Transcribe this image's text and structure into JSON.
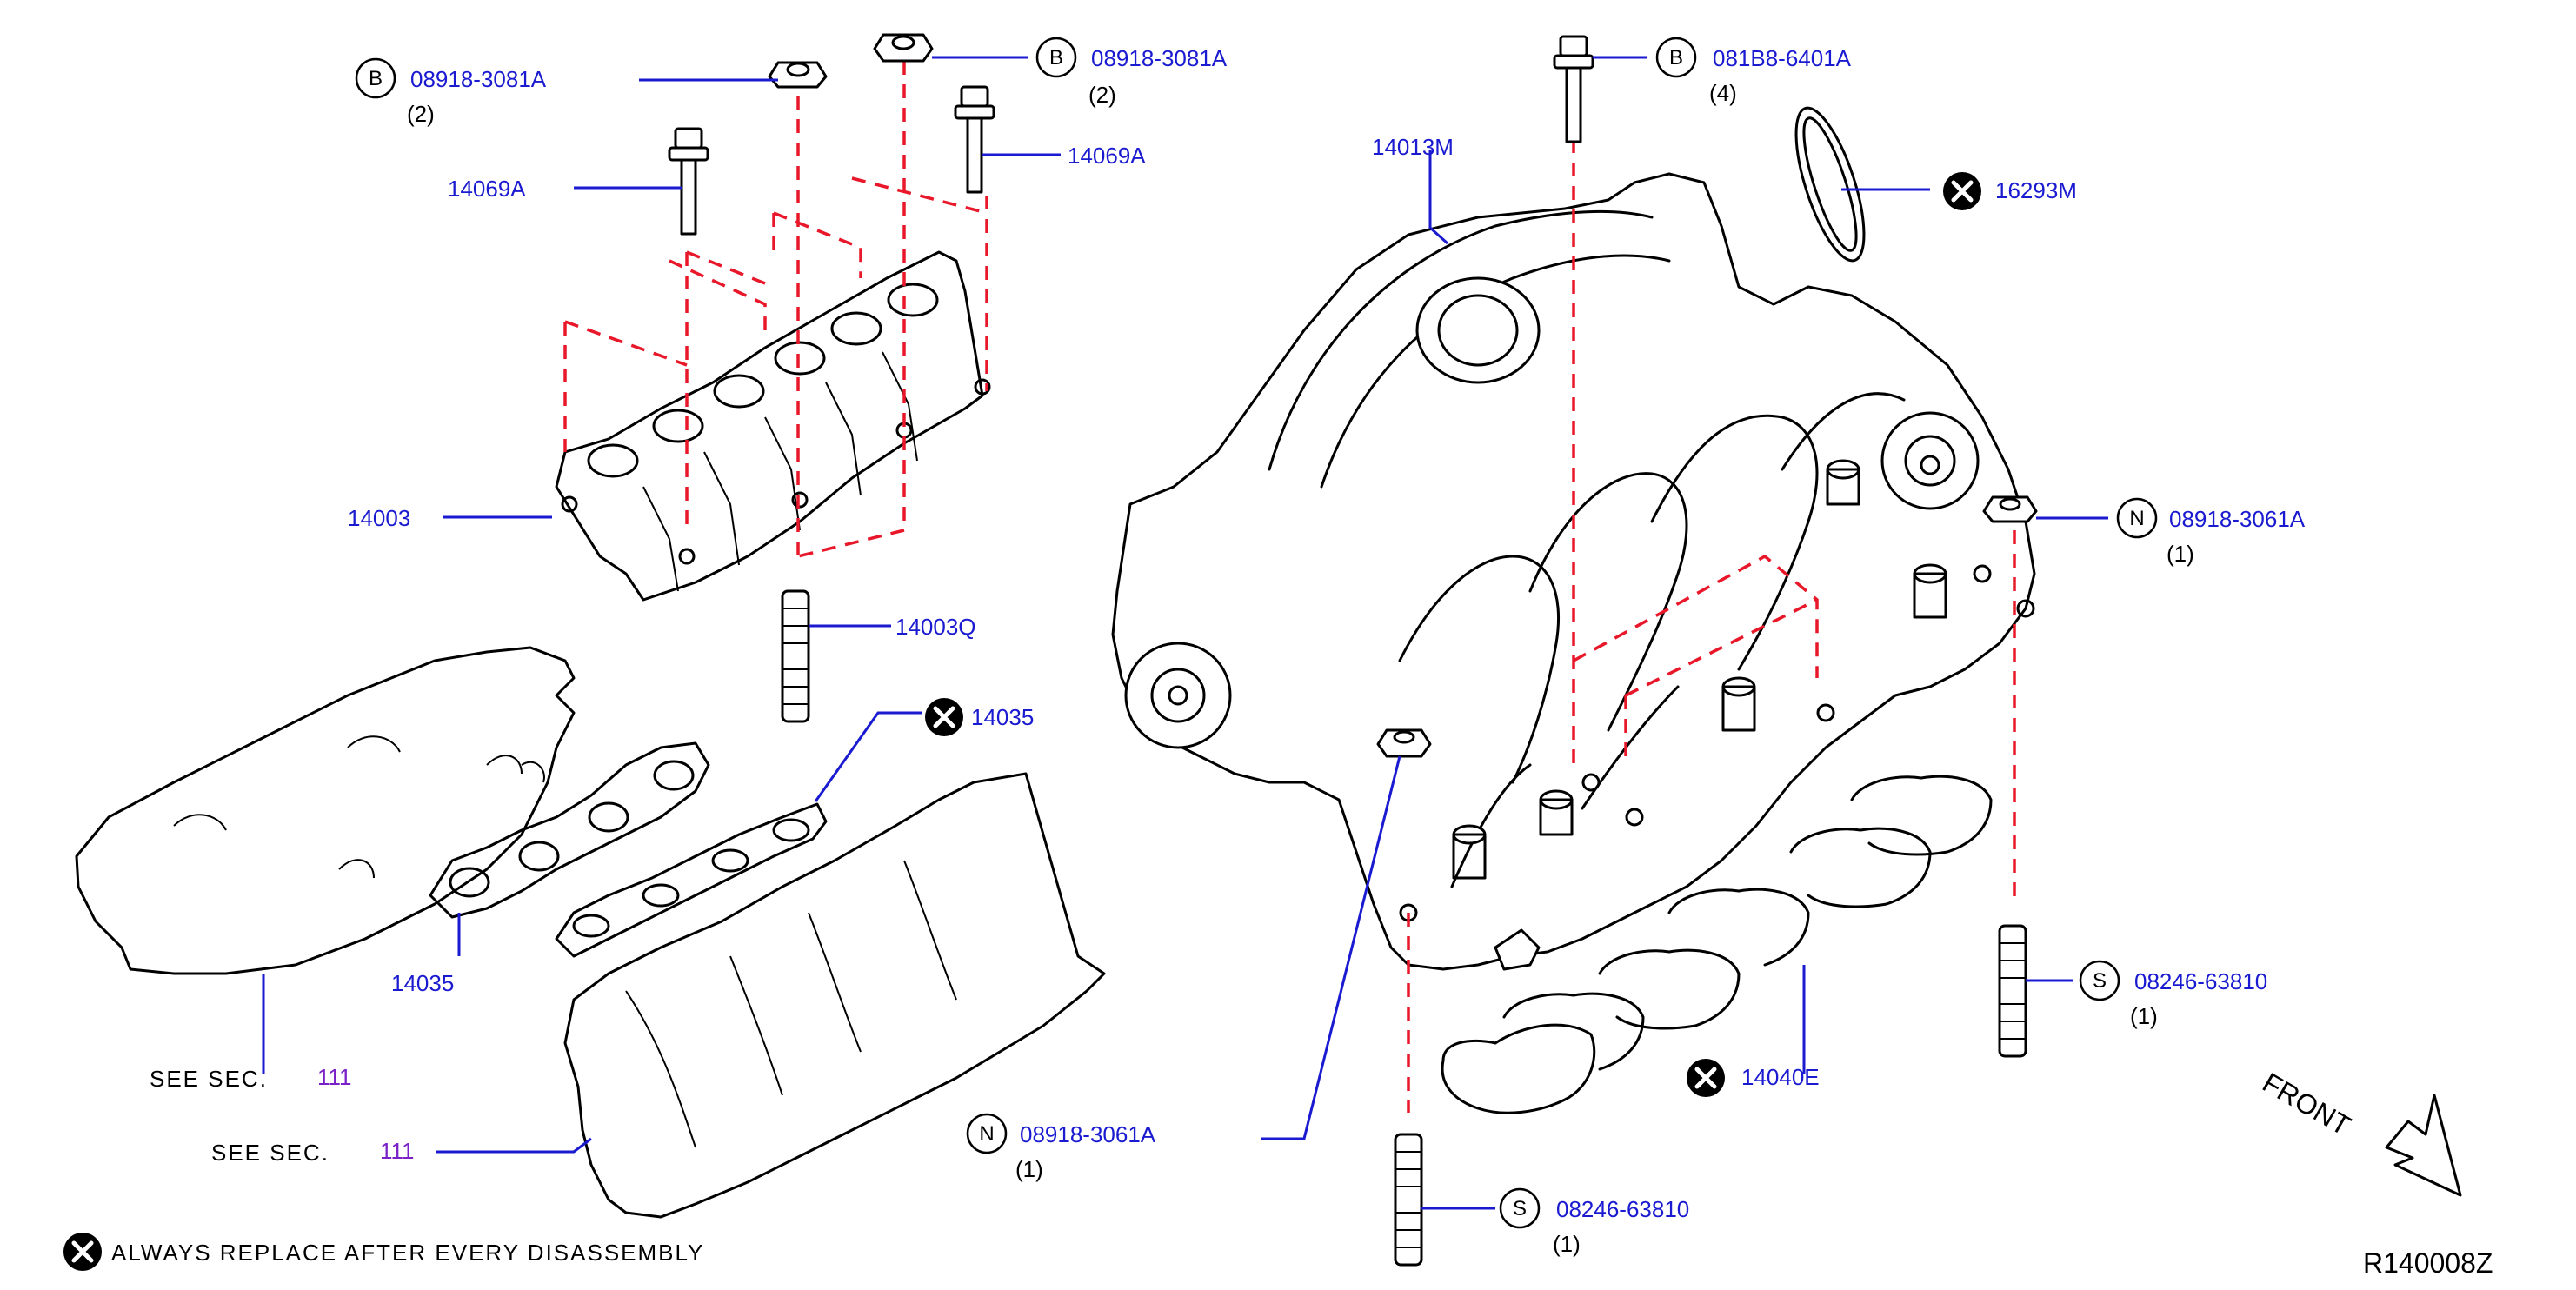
{
  "diagram": {
    "code": "R140008Z",
    "front_label": "FRONT",
    "footer_note": "ALWAYS  REPLACE  AFTER  EVERY  DISASSEMBLY",
    "see_sec_1": {
      "text": "SEE  SEC.",
      "number": "111"
    },
    "see_sec_2": {
      "text": "SEE  SEC.",
      "number": "111"
    },
    "callouts": [
      {
        "id": "b-bolt-left",
        "badge": "B",
        "part": "08918-3081A",
        "qty": "(2)"
      },
      {
        "id": "b-bolt-mid",
        "badge": "B",
        "part": "08918-3081A",
        "qty": "(2)"
      },
      {
        "id": "b-bolt-right",
        "badge": "B",
        "part": "081B8-6401A",
        "qty": "(4)"
      },
      {
        "id": "n-nut-right",
        "badge": "N",
        "part": "08918-3061A",
        "qty": "(1)"
      },
      {
        "id": "n-nut-bottom",
        "badge": "N",
        "part": "08918-3061A",
        "qty": "(1)"
      },
      {
        "id": "s-stud-right",
        "badge": "S",
        "part": "08246-63810",
        "qty": "(1)"
      },
      {
        "id": "s-stud-bottom",
        "badge": "S",
        "part": "08246-63810",
        "qty": "(1)"
      }
    ],
    "labels": {
      "bolt_left": "14069A",
      "bolt_right": "14069A",
      "lower_manifold": "14003",
      "stud": "14003Q",
      "gasket_replace": "14035",
      "gasket_lower": "14035",
      "collector": "14013M",
      "seal": "16293M",
      "manifold_gasket": "14040E"
    },
    "icons": {
      "replace": "x-circle-icon"
    }
  }
}
